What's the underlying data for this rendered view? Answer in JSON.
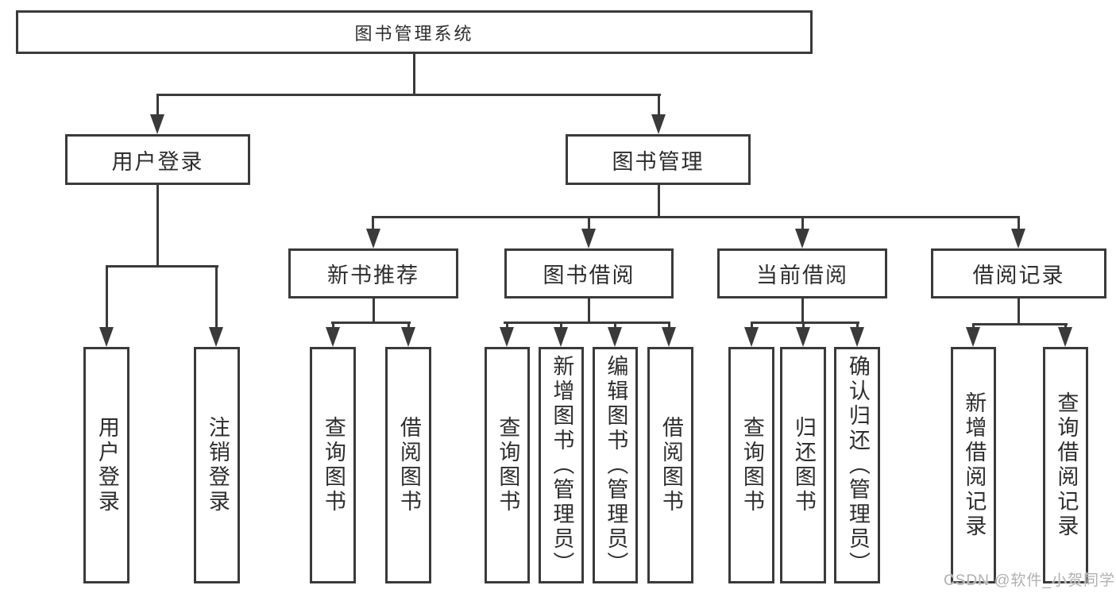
{
  "watermark": "CSDN @软件_小贺同学",
  "colors": {
    "line": "#3a3a3a",
    "text": "#2d2d2d",
    "watermark": "#b0b0b0",
    "background": "#ffffff"
  },
  "tree": {
    "label": "图书管理系统",
    "children": [
      {
        "label": "用户登录",
        "children": [
          {
            "label": "用户登录"
          },
          {
            "label": "注销登录"
          }
        ]
      },
      {
        "label": "图书管理",
        "children": [
          {
            "label": "新书推荐",
            "children": [
              {
                "label": "查询图书"
              },
              {
                "label": "借阅图书"
              }
            ]
          },
          {
            "label": "图书借阅",
            "children": [
              {
                "label": "查询图书"
              },
              {
                "label": "新增图书（管理员）"
              },
              {
                "label": "编辑图书（管理员）"
              },
              {
                "label": "借阅图书"
              }
            ]
          },
          {
            "label": "当前借阅",
            "children": [
              {
                "label": "查询图书"
              },
              {
                "label": "归还图书"
              },
              {
                "label": "确认归还（管理员）"
              }
            ]
          },
          {
            "label": "借阅记录",
            "children": [
              {
                "label": "新增借阅记录"
              },
              {
                "label": "查询借阅记录"
              }
            ]
          }
        ]
      }
    ]
  }
}
